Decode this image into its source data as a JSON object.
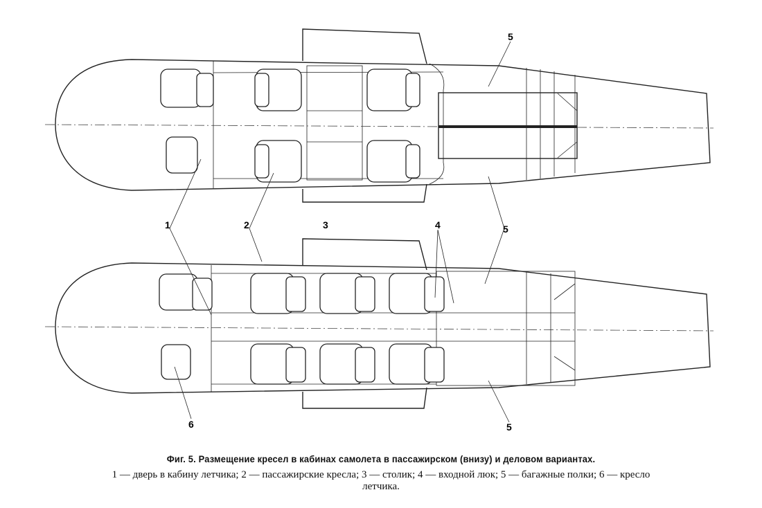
{
  "figure": {
    "title": "Фиг. 5. Размещение кресел в кабинах самолета в пассажирском (внизу) и деловом вариантах.",
    "legend_line1": "1 — дверь в кабину летчика; 2 — пассажирские кресла; 3 — столик; 4 — входной люк; 5 — багажные полки; 6 — кресло",
    "legend_line2": "летчика.",
    "callouts": {
      "top_5": "5",
      "c1": "1",
      "c2": "2",
      "c3": "3",
      "c4": "4",
      "c5_mid": "5",
      "c5_bottom": "5",
      "c6": "6"
    }
  }
}
